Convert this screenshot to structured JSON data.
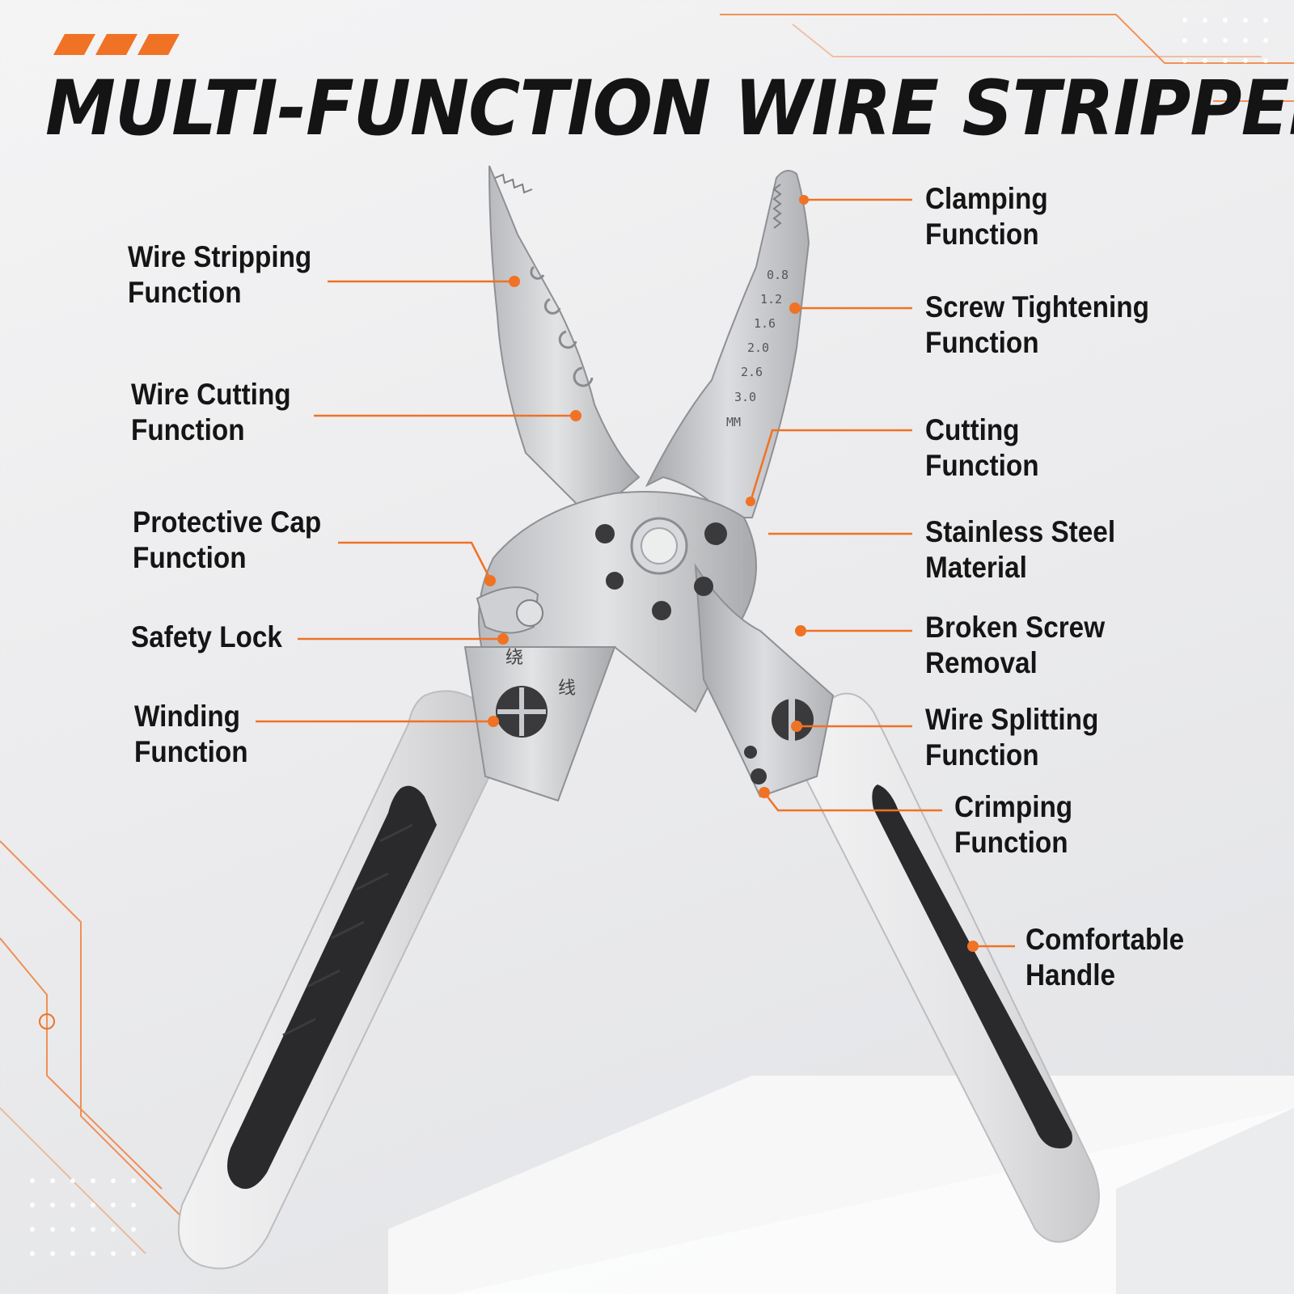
{
  "title": "MULTI-FUNCTION WIRE STRIPPER",
  "colors": {
    "accent": "#f07224",
    "text": "#151515",
    "handle_dark": "#2a2a2c",
    "handle_light": "#e9e9ea",
    "steel": "#c9cacd"
  },
  "labels": {
    "wire_stripping": [
      "Wire Stripping",
      "Function"
    ],
    "wire_cutting": [
      "Wire Cutting",
      "Function"
    ],
    "protective_cap": [
      "Protective Cap",
      "Function"
    ],
    "safety_lock": [
      "Safety Lock"
    ],
    "winding": [
      "Winding",
      "Function"
    ],
    "clamping": [
      "Clamping",
      "Function"
    ],
    "screw_tightening": [
      "Screw Tightening",
      "Function"
    ],
    "cutting": [
      "Cutting",
      "Function"
    ],
    "stainless_steel": [
      "Stainless Steel",
      "Material"
    ],
    "broken_screw": [
      "Broken Screw",
      "Removal"
    ],
    "wire_splitting": [
      "Wire Splitting",
      "Function"
    ],
    "crimping": [
      "Crimping",
      "Function"
    ],
    "comfortable_handle": [
      "Comfortable",
      "Handle"
    ]
  },
  "gauge_marks": [
    "0.8",
    "1.2",
    "1.6",
    "2.0",
    "2.6",
    "3.0",
    "MM"
  ],
  "blade_characters": [
    "绕",
    "线"
  ],
  "icons": {
    "pliers": "wire-stripper-pliers-illustration"
  }
}
